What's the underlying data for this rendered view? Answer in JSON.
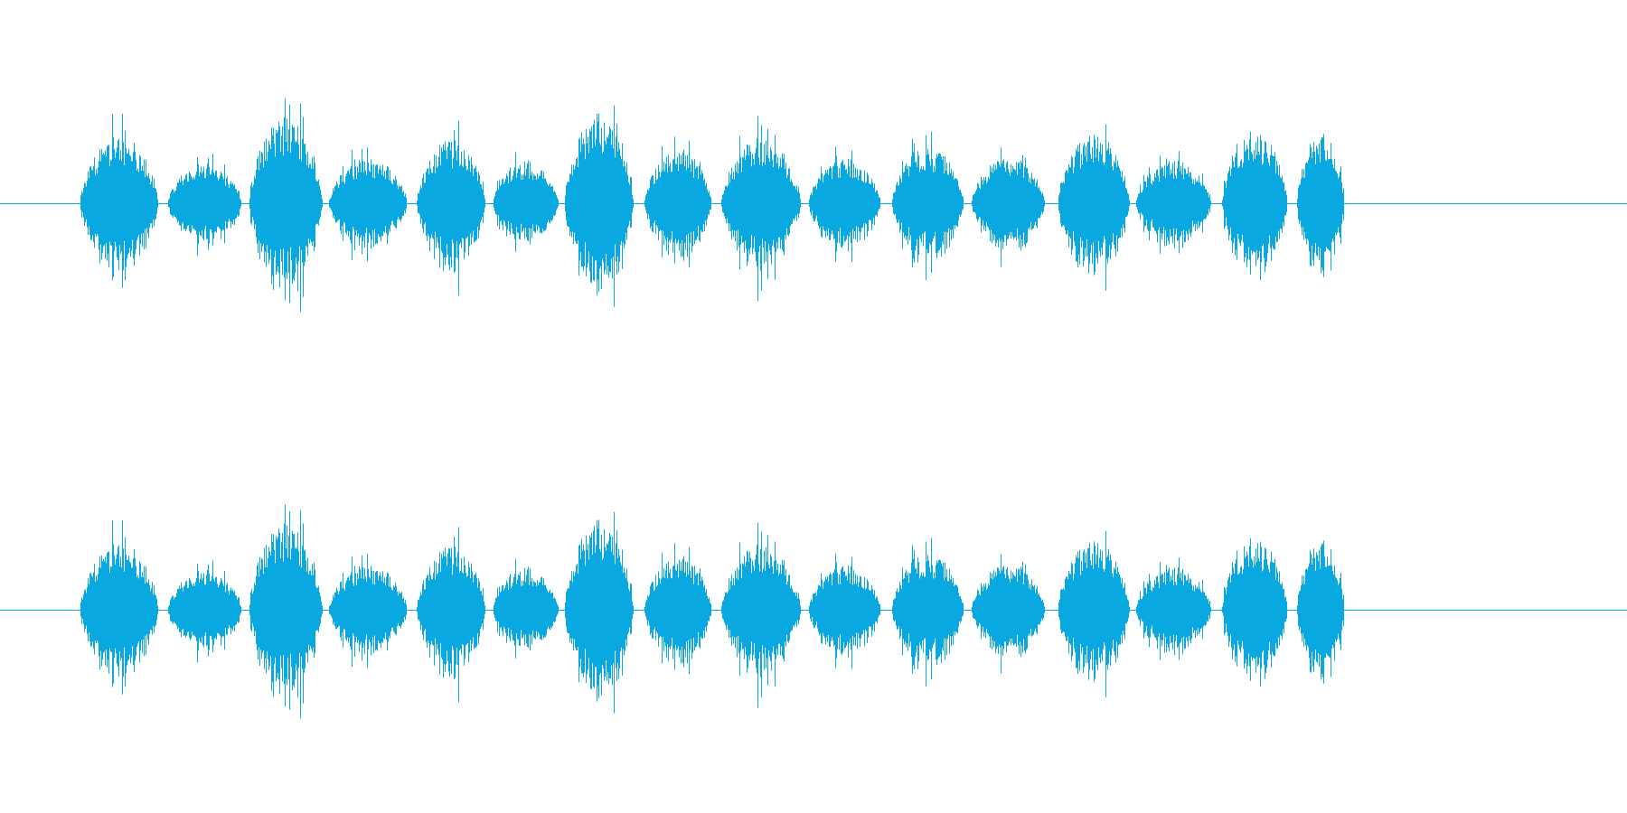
{
  "waveform": {
    "color": "#0aa8e0",
    "channel_count": 2,
    "amplitude_scale": 0.27,
    "bursts": [
      {
        "start": 0.049,
        "end": 0.097,
        "peak": 0.62
      },
      {
        "start": 0.103,
        "end": 0.148,
        "peak": 0.38
      },
      {
        "start": 0.153,
        "end": 0.198,
        "peak": 0.8
      },
      {
        "start": 0.202,
        "end": 0.25,
        "peak": 0.42
      },
      {
        "start": 0.256,
        "end": 0.298,
        "peak": 0.58
      },
      {
        "start": 0.303,
        "end": 0.343,
        "peak": 0.4
      },
      {
        "start": 0.347,
        "end": 0.389,
        "peak": 0.82
      },
      {
        "start": 0.396,
        "end": 0.437,
        "peak": 0.5
      },
      {
        "start": 0.443,
        "end": 0.492,
        "peak": 0.6
      },
      {
        "start": 0.497,
        "end": 0.541,
        "peak": 0.42
      },
      {
        "start": 0.548,
        "end": 0.592,
        "peak": 0.52
      },
      {
        "start": 0.597,
        "end": 0.642,
        "peak": 0.44
      },
      {
        "start": 0.65,
        "end": 0.694,
        "peak": 0.64
      },
      {
        "start": 0.698,
        "end": 0.744,
        "peak": 0.4
      },
      {
        "start": 0.751,
        "end": 0.791,
        "peak": 0.66
      },
      {
        "start": 0.797,
        "end": 0.826,
        "peak": 0.64
      }
    ]
  }
}
